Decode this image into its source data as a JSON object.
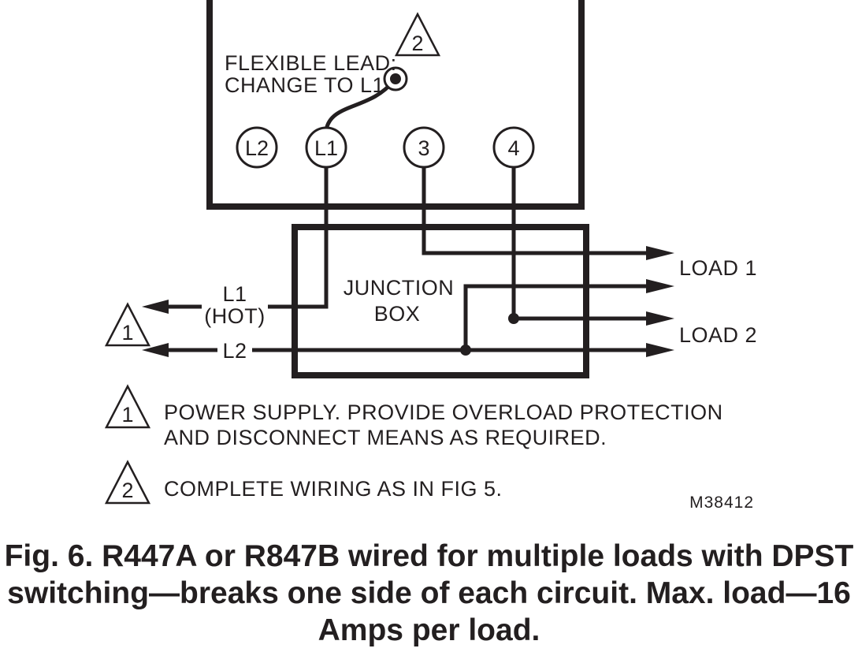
{
  "diagram": {
    "flexible_lead_line1": "FLEXIBLE LEAD:",
    "flexible_lead_line2": "CHANGE TO L1",
    "terminals": [
      "L2",
      "L1",
      "3",
      "4"
    ],
    "junction_box_line1": "JUNCTION",
    "junction_box_line2": "BOX",
    "load_1": "LOAD 1",
    "load_2": "LOAD 2",
    "l1_label": "L1",
    "l1_hot": "(HOT)",
    "l2_label": "L2",
    "marker_1": "1",
    "marker_2": "2",
    "notes": [
      {
        "marker": "1",
        "line1": "POWER SUPPLY.  PROVIDE OVERLOAD PROTECTION",
        "line2": "AND DISCONNECT MEANS AS REQUIRED."
      },
      {
        "marker": "2",
        "line1": "COMPLETE WIRING AS IN FIG 5."
      }
    ],
    "figure_id": "M38412"
  },
  "caption": "Fig. 6. R447A or R847B wired for multiple loads with DPST switching—breaks one side of each circuit. Max. load—16 Amps per load."
}
